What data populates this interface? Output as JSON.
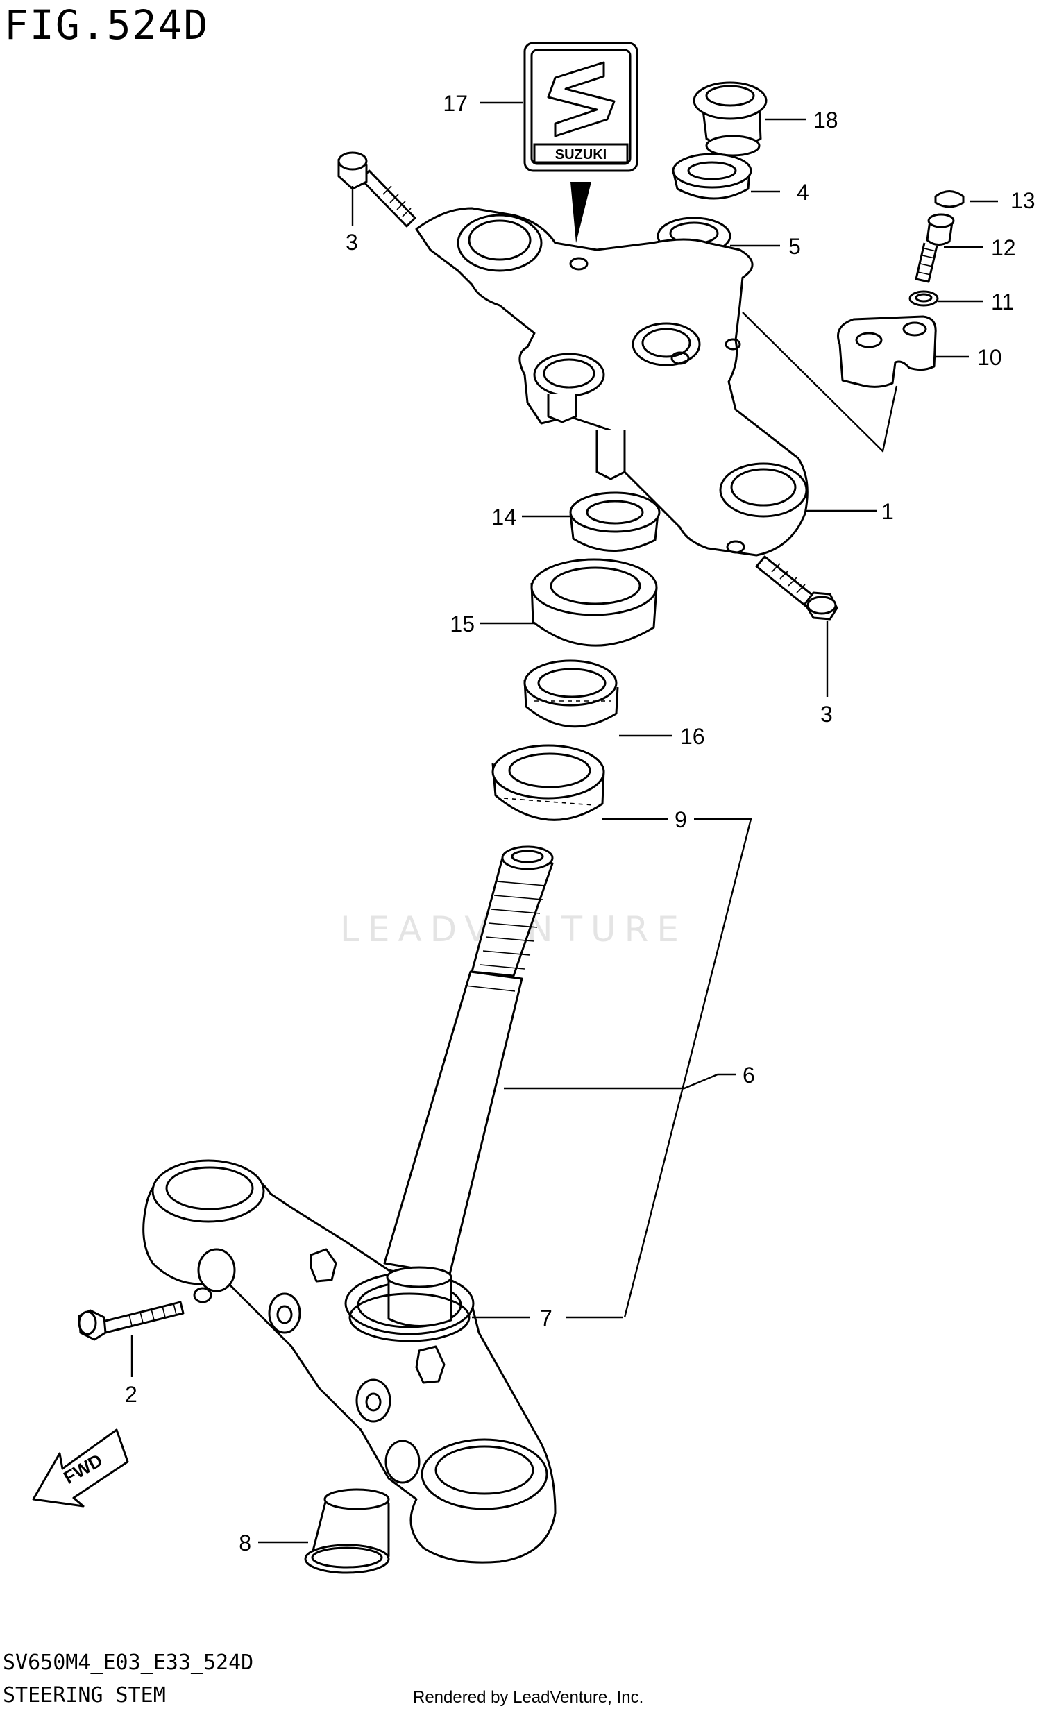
{
  "figure": {
    "title": "FIG.524D",
    "code": "SV650M4_E03_E33_524D",
    "name": "STEERING STEM",
    "credit": "Rendered by LeadVenture, Inc.",
    "watermark": "LEADVENTURE",
    "logo_text": "SUZUKI",
    "direction_label": "FWD"
  },
  "callouts": [
    {
      "id": "c1",
      "label": "1"
    },
    {
      "id": "c2",
      "label": "2"
    },
    {
      "id": "c3a",
      "label": "3"
    },
    {
      "id": "c3b",
      "label": "3"
    },
    {
      "id": "c4",
      "label": "4"
    },
    {
      "id": "c5",
      "label": "5"
    },
    {
      "id": "c6",
      "label": "6"
    },
    {
      "id": "c7",
      "label": "7"
    },
    {
      "id": "c8",
      "label": "8"
    },
    {
      "id": "c9",
      "label": "9"
    },
    {
      "id": "c10",
      "label": "10"
    },
    {
      "id": "c11",
      "label": "11"
    },
    {
      "id": "c12",
      "label": "12"
    },
    {
      "id": "c13",
      "label": "13"
    },
    {
      "id": "c14",
      "label": "14"
    },
    {
      "id": "c15",
      "label": "15"
    },
    {
      "id": "c16",
      "label": "16"
    },
    {
      "id": "c17",
      "label": "17"
    },
    {
      "id": "c18",
      "label": "18"
    }
  ]
}
